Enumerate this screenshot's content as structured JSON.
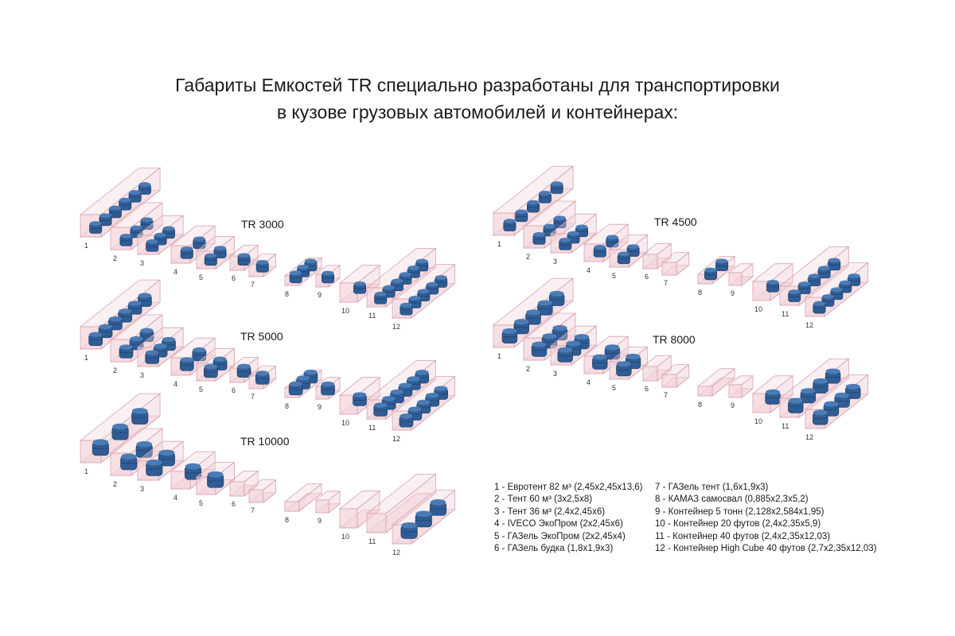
{
  "title": {
    "line1": "Габариты Емкостей TR специально разработаны для транспортировки",
    "line2": "в кузове грузовых автомобилей и контейнерах:"
  },
  "colors": {
    "box_fill": "#f2d3d9",
    "box_stroke": "#d7a3ae",
    "tank_fill": "#2f5c94",
    "tank_shadow": "#20436f",
    "tank_top": "#4b7bb5"
  },
  "groups": [
    {
      "label": "TR 3000",
      "numbers": [
        "1",
        "2",
        "3",
        "4",
        "5",
        "6",
        "7",
        "8",
        "9",
        "10",
        "11",
        "12"
      ]
    },
    {
      "label": "TR 4500",
      "numbers": [
        "1",
        "2",
        "3",
        "4",
        "5",
        "6",
        "7",
        "8",
        "9",
        "10",
        "11",
        "12"
      ]
    },
    {
      "label": "TR 5000",
      "numbers": [
        "1",
        "2",
        "3",
        "4",
        "5",
        "6",
        "7",
        "8",
        "9",
        "10",
        "11",
        "12"
      ]
    },
    {
      "label": "TR 8000",
      "numbers": [
        "1",
        "2",
        "3",
        "4",
        "5",
        "6",
        "7",
        "8",
        "9",
        "10",
        "11",
        "12"
      ]
    },
    {
      "label": "TR 10000",
      "numbers": [
        "1",
        "2",
        "3",
        "4",
        "5",
        "6",
        "7",
        "8",
        "9",
        "10",
        "11",
        "12"
      ]
    }
  ],
  "legend": {
    "col1": [
      "1 - Евротент 82 м³ (2,45x2,45x13,6)",
      "2 - Тент 60 м³ (3x2,5x8)",
      "3 - Тент 36 м³ (2,4x2,45x6)",
      "4 - IVECO ЭкоПром (2x2,45x6)",
      "5 - ГАЗель ЭкоПром (2x2,45x4)",
      "6 - ГАЗель будка (1,8x1,9x3)"
    ],
    "col2": [
      "7 - ГАЗель тент (1,6x1,9x3)",
      "8 - КАМАЗ самосвал (0,885x2,3x5,2)",
      "9 - Контейнер 5 тонн (2,128x2,584x1,95)",
      "10 - Контейнер 20 футов (2,4x2,35x5,9)",
      "11 - Контейнер 40 футов (2,4x2,35x12,03)",
      "12 - Контейнер High Cube 40 футов (2,7x2,35x12,03)"
    ]
  }
}
